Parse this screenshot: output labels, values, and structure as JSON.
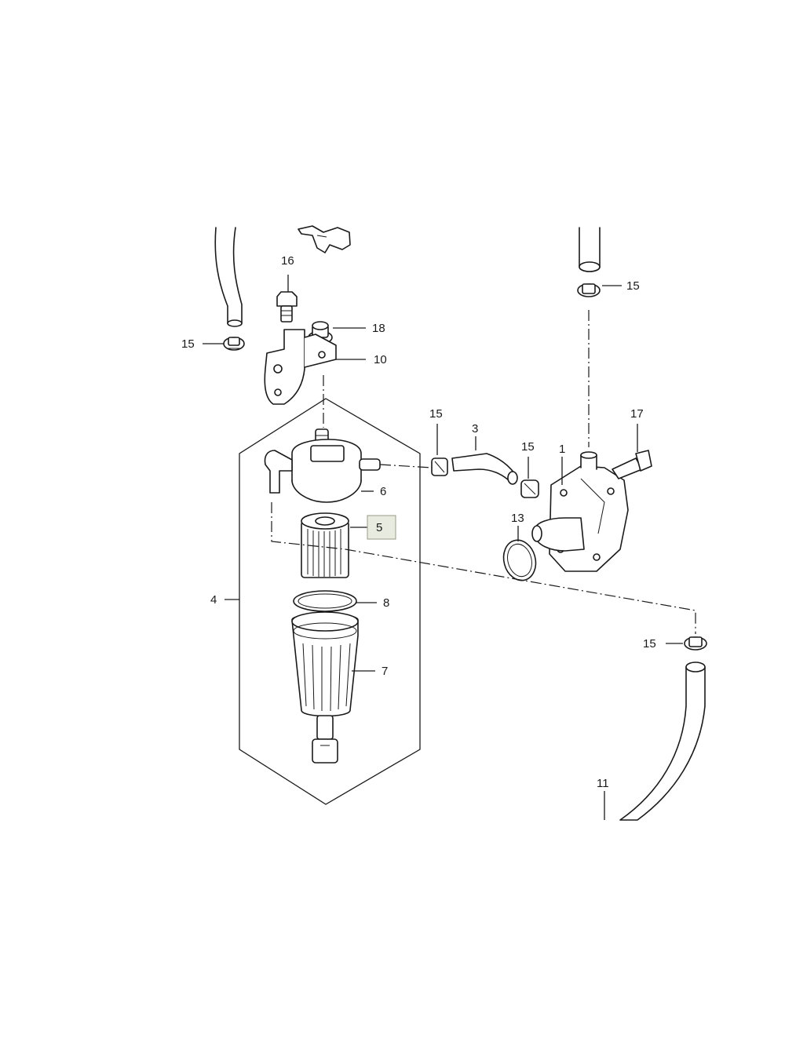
{
  "callouts": {
    "c1": "1",
    "c3": "3",
    "c4": "4",
    "c5": "5",
    "c6": "6",
    "c7": "7",
    "c8": "8",
    "c10": "10",
    "c11": "11",
    "c13": "13",
    "c15a": "15",
    "c15b": "15",
    "c15c": "15",
    "c15d": "15",
    "c15e": "15",
    "c16": "16",
    "c17": "17",
    "c18": "18"
  },
  "highlighted_callout": "5",
  "colors": {
    "line": "#1a1a1a",
    "highlight_fill": "#e8ece0",
    "background": "#ffffff"
  }
}
